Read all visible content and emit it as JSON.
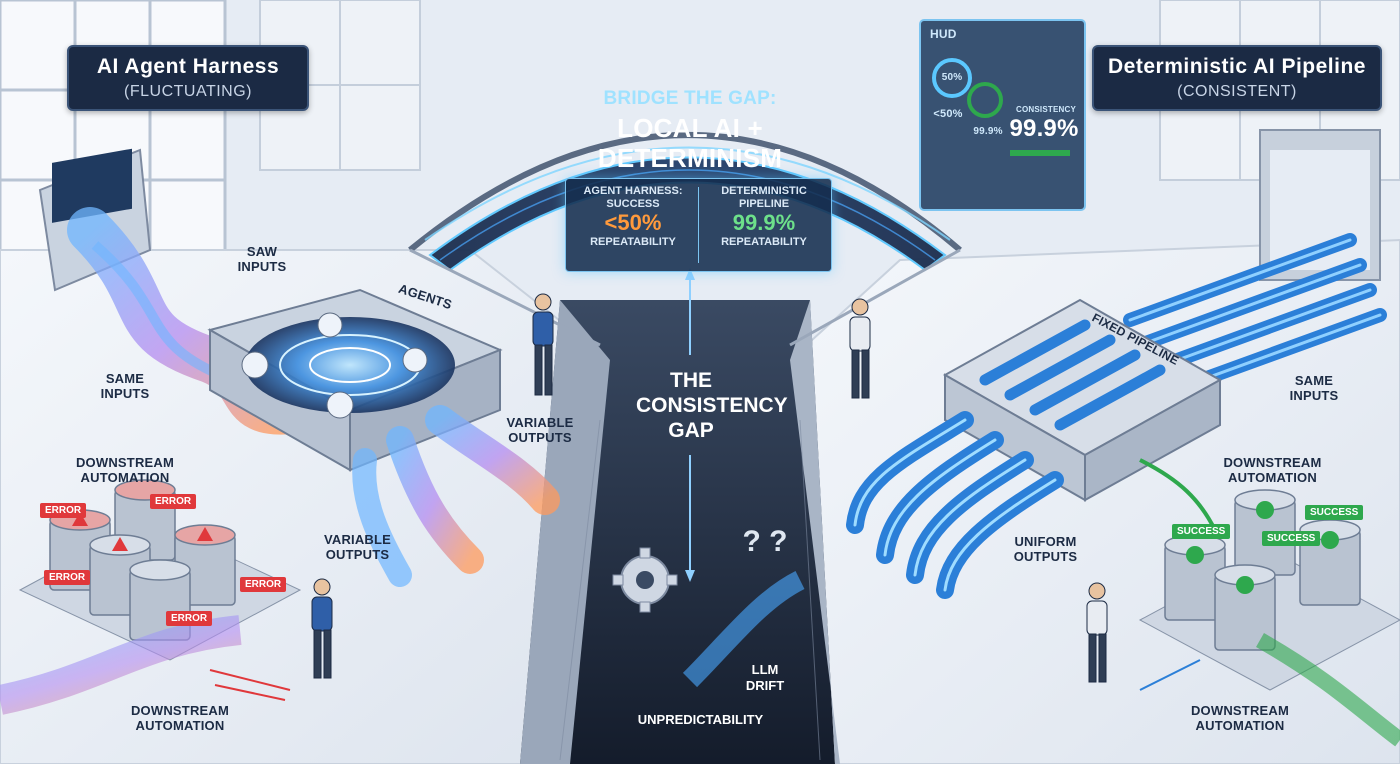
{
  "left_header": {
    "title": "AI Agent Harness",
    "subtitle": "(Fluctuating)"
  },
  "right_header": {
    "title": "Deterministic AI Pipeline",
    "subtitle": "(Consistent)"
  },
  "arch": {
    "line1": "Bridge the Gap:",
    "line2": "Local AI + Determinism"
  },
  "stats": {
    "left": {
      "line1": "Agent Harness:",
      "line2": "Success",
      "value": "<50%",
      "line3": "Repeatability"
    },
    "right": {
      "line1": "Deterministic",
      "line2": "Pipeline",
      "value": "99.9%",
      "line3": "Repeatability"
    }
  },
  "hud": {
    "title": "HUD",
    "v1": "50%",
    "v2": "<50%",
    "v3": "99.9%",
    "big": "99.9%",
    "label": "Consistency"
  },
  "gap": {
    "title": "The Consistency Gap",
    "drift": "LLM Drift",
    "unpredictability": "Unpredictability"
  },
  "left_labels": {
    "saw_inputs": "Saw Inputs",
    "same_inputs": "Same Inputs",
    "agents": "Agents",
    "variable_outputs_1": "Variable Outputs",
    "variable_outputs_2": "Variable Outputs",
    "downstream_top": "Downstream Automation",
    "downstream_bottom": "Downstream Automation"
  },
  "right_labels": {
    "fixed_pipeline": "Fixed Pipeline",
    "same_inputs": "Same Inputs",
    "uniform_outputs": "Uniform Outputs",
    "downstream_top": "Downstream Automation",
    "downstream_bottom": "Downstream Automation"
  },
  "error_tag": "Error",
  "success_tag": "Success",
  "colors": {
    "error": "#e0383b",
    "success": "#2ea84d",
    "navy": "#1b2a44",
    "glow": "#5bc8ff"
  }
}
